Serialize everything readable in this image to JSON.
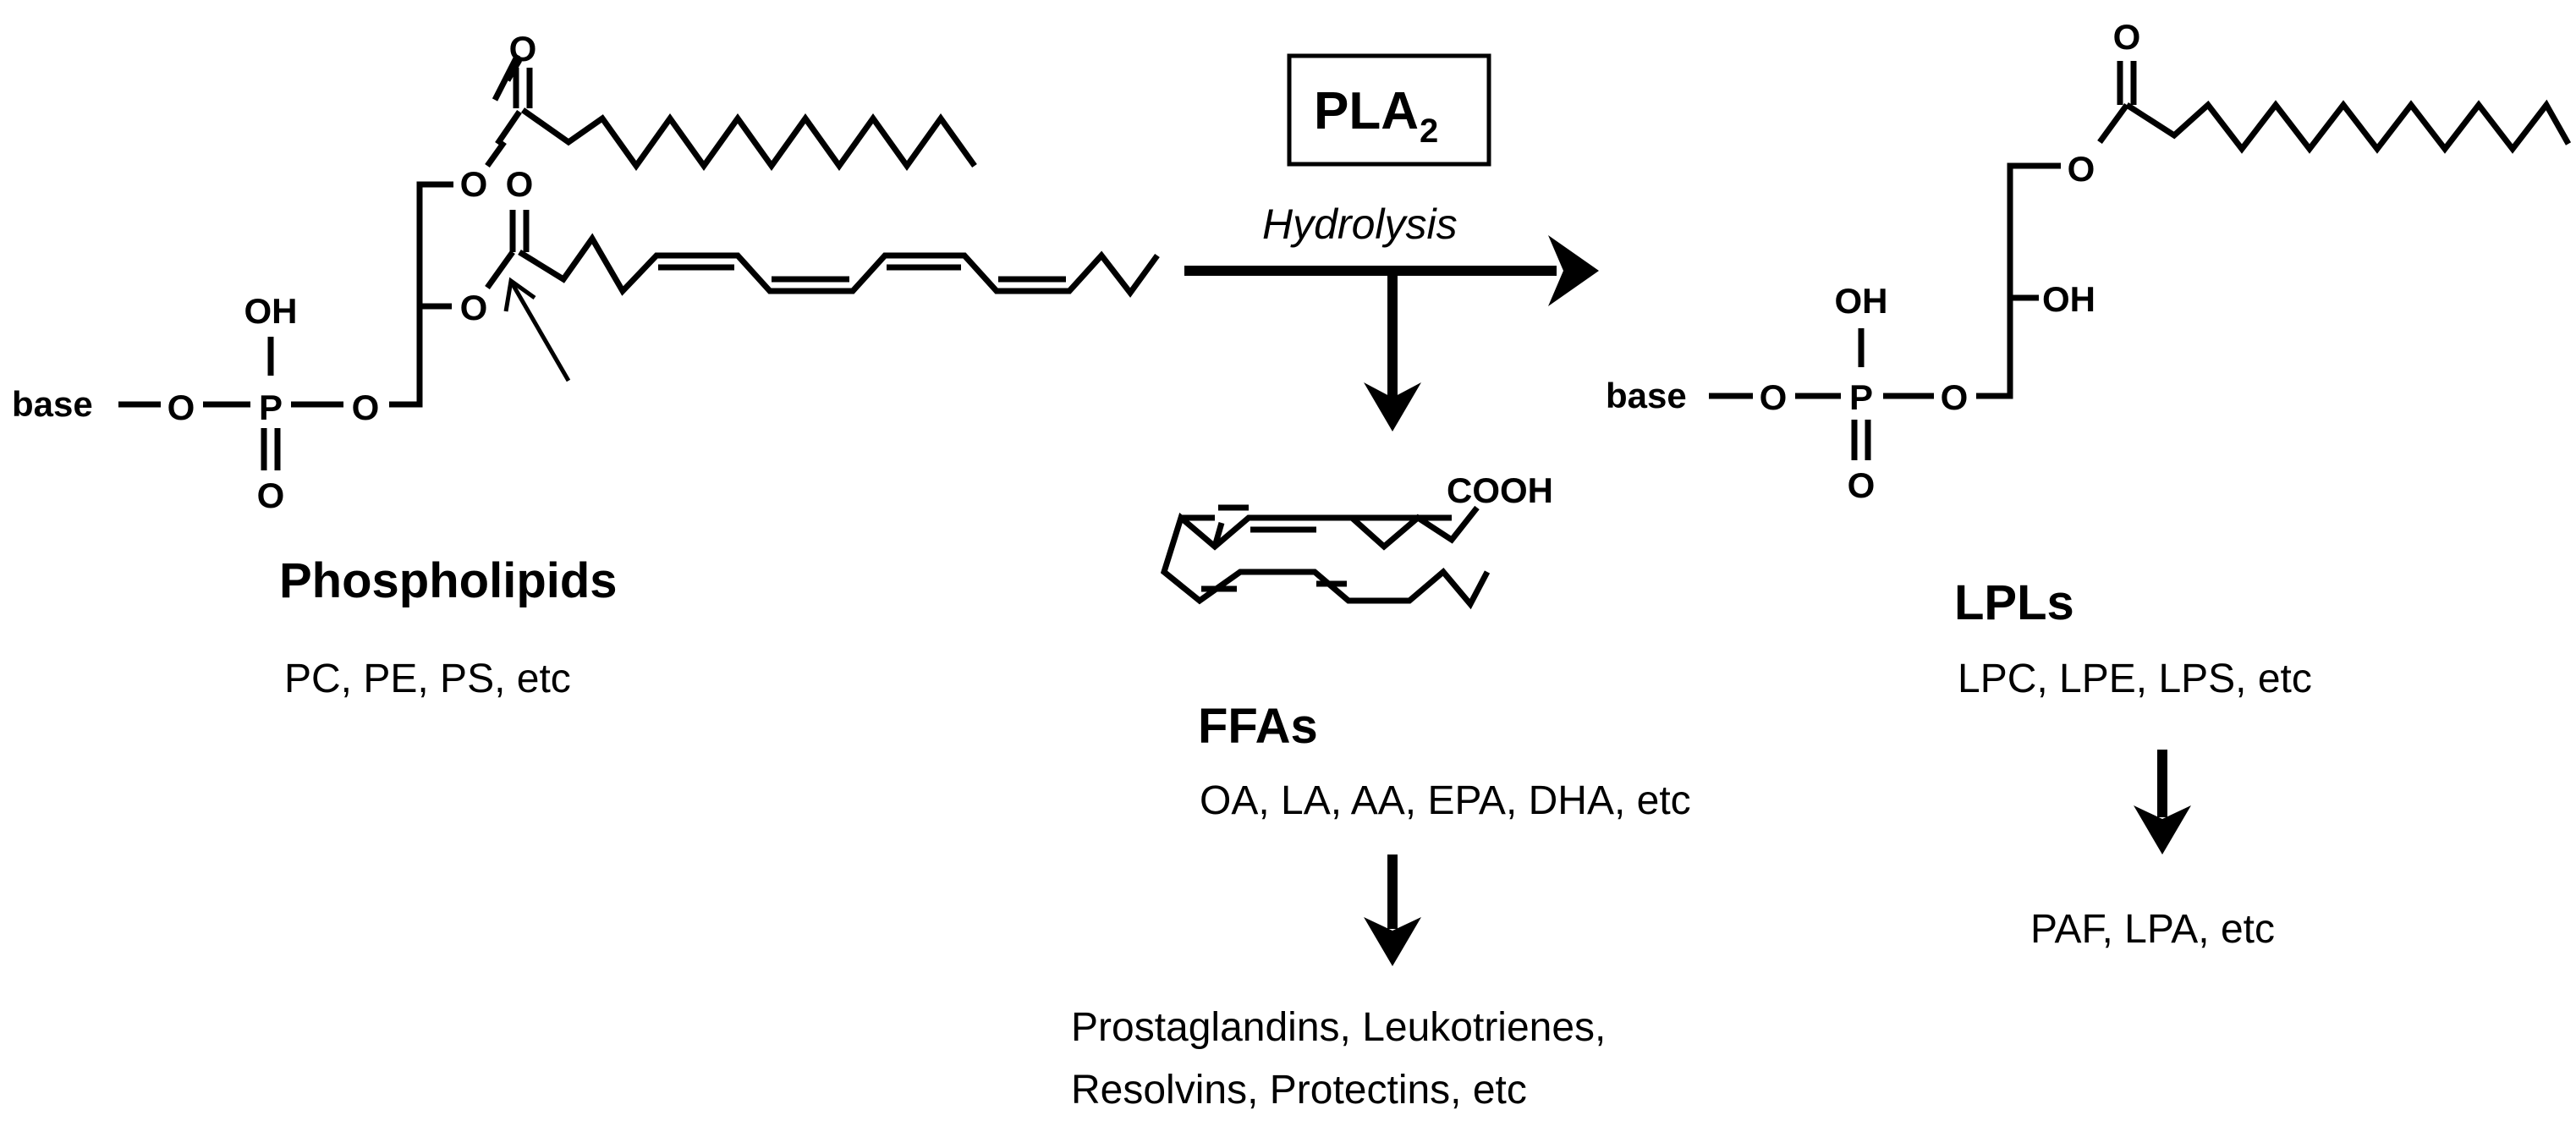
{
  "enzyme": {
    "name": "PLA",
    "subscript": "2"
  },
  "reaction": {
    "label": "Hydrolysis"
  },
  "atoms": {
    "oxygen": "O",
    "phosphorus": "P",
    "hydroxyl": "OH",
    "base": "base",
    "carboxyl": "COOH"
  },
  "phospholipids": {
    "title": "Phospholipids",
    "examples": "PC, PE, PS, etc"
  },
  "ffas": {
    "title": "FFAs",
    "examples": "OA, LA, AA, EPA, DHA, etc",
    "products_line1": "Prostaglandins, Leukotrienes,",
    "products_line2": "Resolvins, Protectins, etc"
  },
  "lpls": {
    "title": "LPLs",
    "examples": "LPC, LPE, LPS, etc",
    "products": "PAF, LPA, etc"
  }
}
